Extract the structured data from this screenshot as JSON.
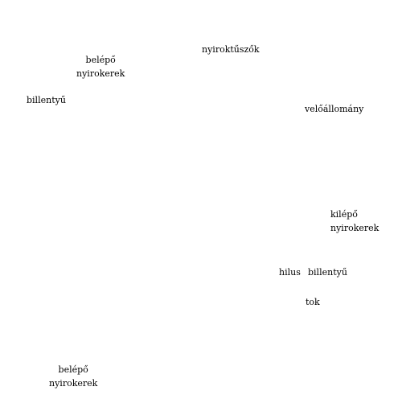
{
  "labels": {
    "afferent_top_line1": "belépő",
    "afferent_top_line2": "nyirokerek",
    "trabeculae": "nyiroktűszők",
    "valve_left": "billentyű",
    "medulla": "velőállomány",
    "efferent_line1": "kilépő",
    "efferent_line2": "nyirokerek",
    "hilus": "hilus",
    "valve_right": "billentyű",
    "capsule": "tok",
    "afferent_bottom_line1": "belépő",
    "afferent_bottom_line2": "nyirokerek"
  }
}
